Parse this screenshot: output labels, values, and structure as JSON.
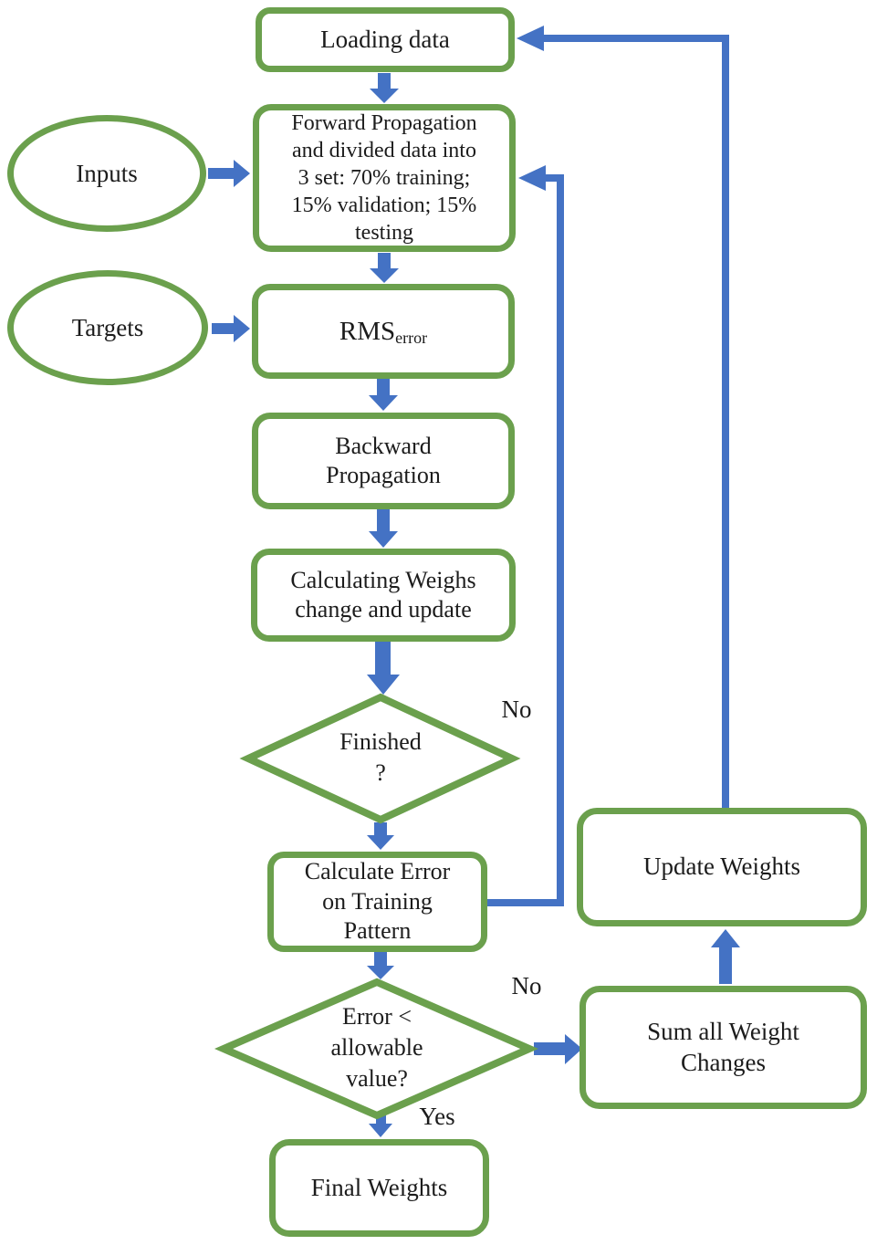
{
  "diagram": {
    "colors": {
      "node_border": "#6ba04d",
      "arrow": "#4472c4",
      "text": "#1c1c1c",
      "background": "#ffffff"
    },
    "nodes": {
      "loading_data": {
        "label": "Loading data"
      },
      "forward_prop": {
        "lines": [
          "Forward Propagation",
          "and divided data into",
          "3 set: 70% training;",
          "15% validation; 15%",
          "testing"
        ]
      },
      "inputs": {
        "label": "Inputs"
      },
      "targets": {
        "label": "Targets"
      },
      "rms": {
        "main": "RMS",
        "sub": "error"
      },
      "backward_prop": {
        "lines": [
          "Backward",
          "Propagation"
        ]
      },
      "calc_weights": {
        "lines": [
          "Calculating Weighs",
          "change and update"
        ]
      },
      "finished": {
        "lines": [
          "Finished",
          "?"
        ]
      },
      "calc_error": {
        "lines": [
          "Calculate Error",
          "on Training",
          "Pattern"
        ]
      },
      "error_allowable": {
        "lines": [
          "Error <",
          "allowable",
          "value?"
        ]
      },
      "final_weights": {
        "label": "Final Weights"
      },
      "update_weights": {
        "label": "Update Weights"
      },
      "sum_weights": {
        "lines": [
          "Sum all Weight",
          "Changes"
        ]
      }
    },
    "edge_labels": {
      "no_finished": "No",
      "no_error": "No",
      "yes_error": "Yes"
    }
  }
}
